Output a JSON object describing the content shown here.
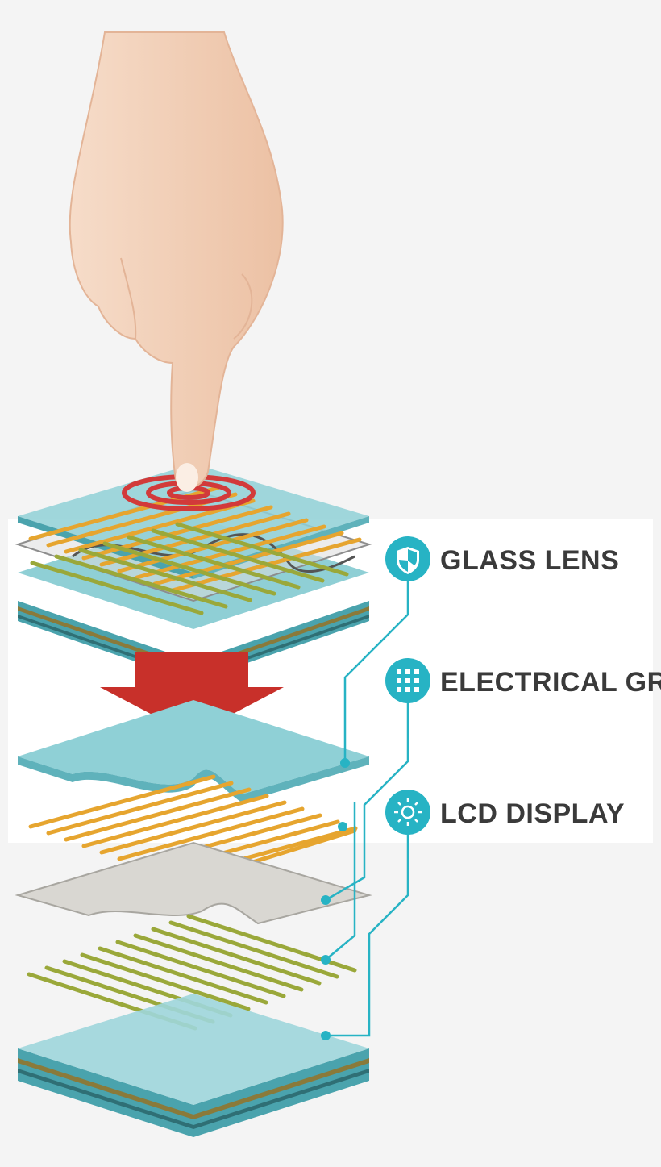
{
  "labels": {
    "glass_lens": "GLASS LENS",
    "electrical_grid": "ELECTRICAL GRID",
    "lcd_display": "LCD DISPLAY"
  },
  "icons": {
    "glass_lens": "shield-icon",
    "electrical_grid": "grid-icon",
    "lcd_display": "sun-icon"
  },
  "colors": {
    "background": "#f4f4f4",
    "panel": "#ffffff",
    "accent_teal": "#27b3c4",
    "glass": "#7cc4cc",
    "glass_dark": "#4aa3ad",
    "conductor_orange": "#e6a52f",
    "conductor_green": "#9aa83a",
    "arrow_red": "#c8302a",
    "ripple_red": "#d23a3a",
    "skin": "#f3d2bc",
    "label_text": "#3a3a3a"
  }
}
